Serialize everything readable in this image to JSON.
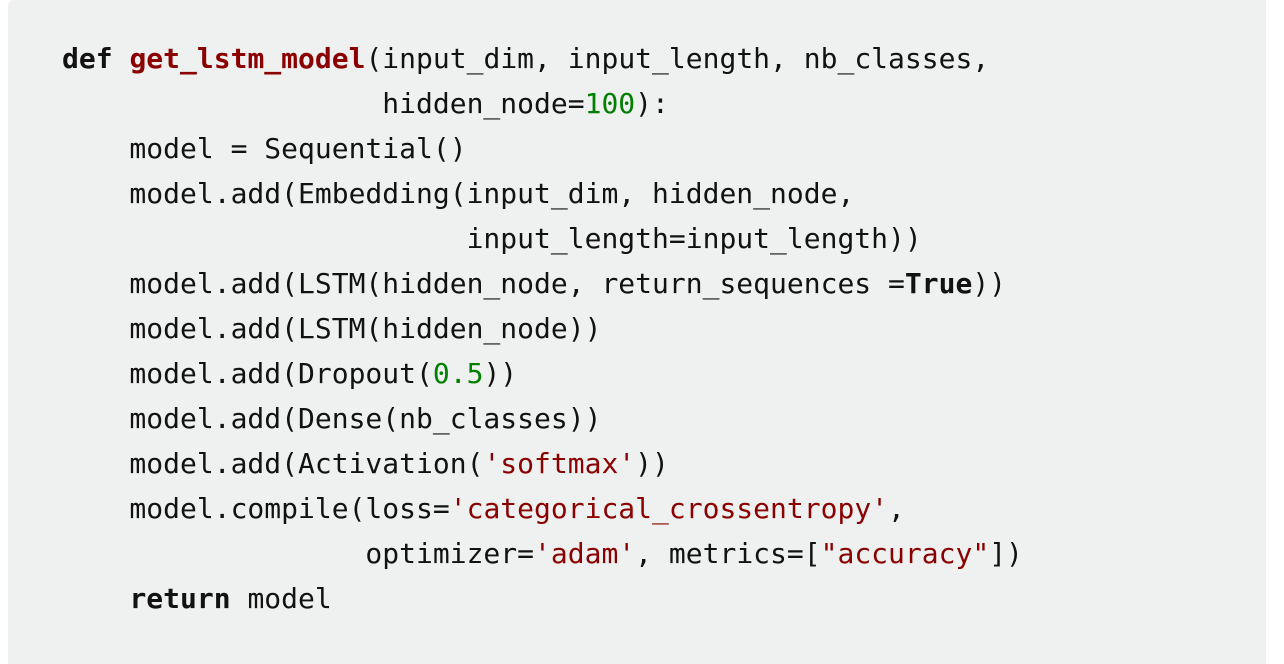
{
  "panel": {
    "background_color": "#eff0f0",
    "page_background_color": "#ffffff",
    "language": "python"
  },
  "theme": {
    "plain_color": "#121212",
    "keyword_color": "#121212",
    "function_name_color": "#8b0000",
    "string_color": "#8b0000",
    "number_color": "#008000"
  },
  "code": {
    "full_text": "def get_lstm_model(input_dim, input_length, nb_classes,\n                   hidden_node=100):\n    model = Sequential()\n    model.add(Embedding(input_dim, hidden_node,\n                        input_length=input_length))\n    model.add(LSTM(hidden_node, return_sequences =True))\n    model.add(LSTM(hidden_node))\n    model.add(Dropout(0.5))\n    model.add(Dense(nb_classes))\n    model.add(Activation('softmax'))\n    model.compile(loss='categorical_crossentropy',\n                  optimizer='adam', metrics=[\"accuracy\"])\n    return model",
    "lines": [
      {
        "index": 1,
        "text": "def get_lstm_model(input_dim, input_length, nb_classes,",
        "tokens": [
          {
            "t": "def",
            "c": "kw"
          },
          {
            "t": " ",
            "c": "pl"
          },
          {
            "t": "get_lstm_model",
            "c": "fn"
          },
          {
            "t": "(input_dim, input_length, nb_classes,",
            "c": "pl"
          }
        ]
      },
      {
        "index": 2,
        "text": "                   hidden_node=100):",
        "tokens": [
          {
            "t": "                   hidden_node=",
            "c": "pl"
          },
          {
            "t": "100",
            "c": "num"
          },
          {
            "t": "):",
            "c": "pl"
          }
        ]
      },
      {
        "index": 3,
        "text": "    model = Sequential()",
        "tokens": [
          {
            "t": "    model = Sequential()",
            "c": "pl"
          }
        ]
      },
      {
        "index": 4,
        "text": "    model.add(Embedding(input_dim, hidden_node,",
        "tokens": [
          {
            "t": "    model.add(Embedding(input_dim, hidden_node,",
            "c": "pl"
          }
        ]
      },
      {
        "index": 5,
        "text": "                        input_length=input_length))",
        "tokens": [
          {
            "t": "                        input_length=input_length))",
            "c": "pl"
          }
        ]
      },
      {
        "index": 6,
        "text": "    model.add(LSTM(hidden_node, return_sequences =True))",
        "tokens": [
          {
            "t": "    model.add(LSTM(hidden_node, return_sequences =",
            "c": "pl"
          },
          {
            "t": "True",
            "c": "kw"
          },
          {
            "t": "))",
            "c": "pl"
          }
        ]
      },
      {
        "index": 7,
        "text": "    model.add(LSTM(hidden_node))",
        "tokens": [
          {
            "t": "    model.add(LSTM(hidden_node))",
            "c": "pl"
          }
        ]
      },
      {
        "index": 8,
        "text": "    model.add(Dropout(0.5))",
        "tokens": [
          {
            "t": "    model.add(Dropout(",
            "c": "pl"
          },
          {
            "t": "0.5",
            "c": "num"
          },
          {
            "t": "))",
            "c": "pl"
          }
        ]
      },
      {
        "index": 9,
        "text": "    model.add(Dense(nb_classes))",
        "tokens": [
          {
            "t": "    model.add(Dense(nb_classes))",
            "c": "pl"
          }
        ]
      },
      {
        "index": 10,
        "text": "    model.add(Activation('softmax'))",
        "tokens": [
          {
            "t": "    model.add(Activation(",
            "c": "pl"
          },
          {
            "t": "'softmax'",
            "c": "str"
          },
          {
            "t": "))",
            "c": "pl"
          }
        ]
      },
      {
        "index": 11,
        "text": "    model.compile(loss='categorical_crossentropy',",
        "tokens": [
          {
            "t": "    model.compile(loss=",
            "c": "pl"
          },
          {
            "t": "'categorical_crossentropy'",
            "c": "str"
          },
          {
            "t": ",",
            "c": "pl"
          }
        ]
      },
      {
        "index": 12,
        "text": "                  optimizer='adam', metrics=[\"accuracy\"])",
        "tokens": [
          {
            "t": "                  optimizer=",
            "c": "pl"
          },
          {
            "t": "'adam'",
            "c": "str"
          },
          {
            "t": ", metrics=[",
            "c": "pl"
          },
          {
            "t": "\"accuracy\"",
            "c": "str"
          },
          {
            "t": "])",
            "c": "pl"
          }
        ]
      },
      {
        "index": 13,
        "text": "    return model",
        "tokens": [
          {
            "t": "    ",
            "c": "pl"
          },
          {
            "t": "return",
            "c": "kw"
          },
          {
            "t": " model",
            "c": "pl"
          }
        ]
      }
    ]
  }
}
